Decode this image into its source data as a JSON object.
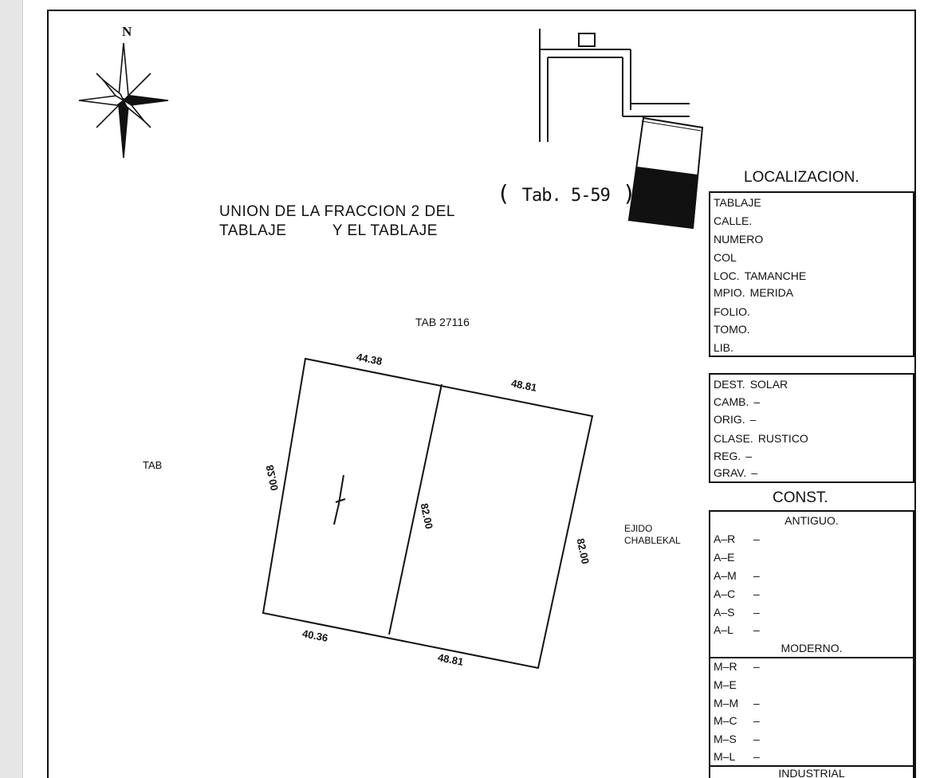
{
  "document": {
    "title_line1": "UNION DE LA FRACCION 2 DEL",
    "title_line2": "TABLAJE          Y EL TABLAJE",
    "handwritten_note": "Tab. 5-59",
    "north_label": "N",
    "tab_north": "TAB 27116",
    "tab_west": "TAB",
    "ejido_line1": "EJIDO",
    "ejido_line2": "CHABLEKAL",
    "dimensions": {
      "top_left": "44.38",
      "top_right": "48.81",
      "bottom_left": "40.36",
      "bottom_right": "48.81",
      "left_side": "82.00",
      "middle": "82.00",
      "right_side": "82.00"
    }
  },
  "localizacion": {
    "heading": "LOCALIZACION.",
    "rows": [
      {
        "label": "TABLAJE",
        "value": ""
      },
      {
        "label": "CALLE.",
        "value": ""
      },
      {
        "label": "NUMERO",
        "value": ""
      },
      {
        "label": "COL",
        "value": ""
      },
      {
        "label": "LOC.",
        "value": "TAMANCHE"
      },
      {
        "label": "MPIO.",
        "value": "MERIDA"
      },
      {
        "label": "FOLIO.",
        "value": ""
      },
      {
        "label": "TOMO.",
        "value": ""
      },
      {
        "label": "LIB.",
        "value": ""
      }
    ]
  },
  "destino": {
    "rows": [
      {
        "label": "DEST.",
        "value": "SOLAR"
      },
      {
        "label": "CAMB.",
        "value": "–"
      },
      {
        "label": "ORIG.",
        "value": "–"
      },
      {
        "label": "CLASE.",
        "value": "RUSTICO"
      },
      {
        "label": "REG.",
        "value": "–"
      },
      {
        "label": "GRAV.",
        "value": "–"
      }
    ]
  },
  "construccion": {
    "heading": "CONST.",
    "antiguo_heading": "ANTIGUO.",
    "antiguo_rows": [
      {
        "label": "A–R",
        "value": "–"
      },
      {
        "label": "A–E",
        "value": ""
      },
      {
        "label": "A–M",
        "value": "–"
      },
      {
        "label": "A–C",
        "value": "–"
      },
      {
        "label": "A–S",
        "value": "–"
      },
      {
        "label": "A–L",
        "value": "–"
      }
    ],
    "moderno_heading": "MODERNO.",
    "moderno_rows": [
      {
        "label": "M–R",
        "value": "–"
      },
      {
        "label": "M–E",
        "value": ""
      },
      {
        "label": "M–M",
        "value": "–"
      },
      {
        "label": "M–C",
        "value": "–"
      },
      {
        "label": "M–S",
        "value": "–"
      },
      {
        "label": "M–L",
        "value": "–"
      }
    ],
    "industrial_heading": "INDUSTRIAL"
  }
}
